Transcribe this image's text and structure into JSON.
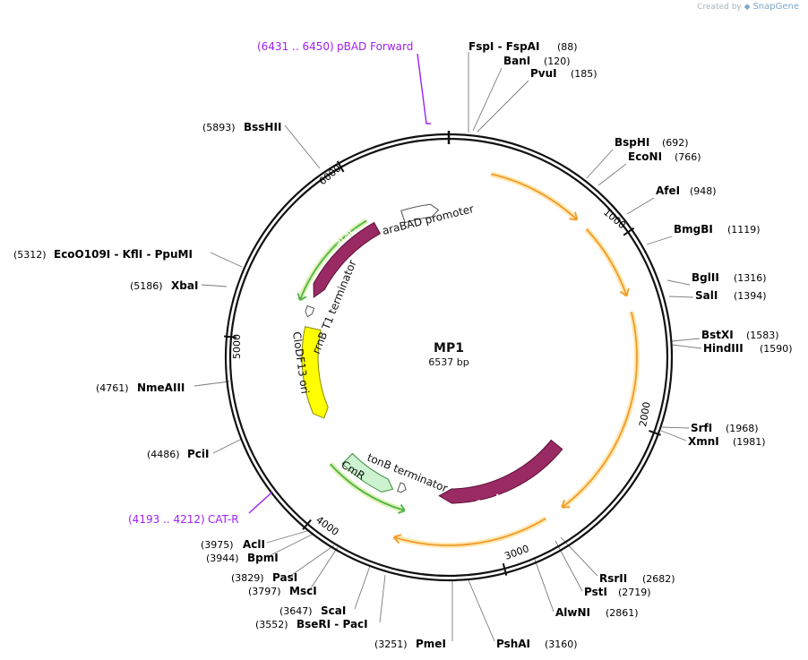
{
  "credit": {
    "created_by": "Created by",
    "brand": "SnapGene"
  },
  "plasmid": {
    "name": "MP1",
    "size": "6537 bp",
    "total": 6537
  },
  "colors": {
    "orange_feature": "#f09a2a",
    "orange_glow": "#ffe6a8",
    "green_feature": "#52b14a",
    "green_glow": "#d8f2a8",
    "recA": "#9a2a63",
    "araC": "#9a2a63",
    "cloDF13": "#ffff00",
    "cmR": "#ccf2cf",
    "primer": "#a020f0",
    "backbone": "#111111",
    "leader": "#7a7a7a"
  },
  "scale_ticks": [
    {
      "pos": 1000,
      "label": "1000"
    },
    {
      "pos": 2000,
      "label": "2000"
    },
    {
      "pos": 3000,
      "label": "3000"
    },
    {
      "pos": 4000,
      "label": "4000"
    },
    {
      "pos": 5000,
      "label": "5000"
    },
    {
      "pos": 6000,
      "label": "6000"
    }
  ],
  "enzymes": [
    {
      "name": "FspI - FspAI",
      "pos": "(88)"
    },
    {
      "name": "BanI",
      "pos": "(120)"
    },
    {
      "name": "PvuI",
      "pos": "(185)"
    },
    {
      "name": "BspHI",
      "pos": "(692)"
    },
    {
      "name": "EcoNI",
      "pos": "(766)"
    },
    {
      "name": "AfeI",
      "pos": "(948)"
    },
    {
      "name": "BmgBI",
      "pos": "(1119)"
    },
    {
      "name": "BglII",
      "pos": "(1316)"
    },
    {
      "name": "SalI",
      "pos": "(1394)"
    },
    {
      "name": "BstXI",
      "pos": "(1583)"
    },
    {
      "name": "HindIII",
      "pos": "(1590)"
    },
    {
      "name": "SrfI",
      "pos": "(1968)"
    },
    {
      "name": "XmnI",
      "pos": "(1981)"
    },
    {
      "name": "RsrII",
      "pos": "(2682)"
    },
    {
      "name": "PstI",
      "pos": "(2719)"
    },
    {
      "name": "AlwNI",
      "pos": "(2861)"
    },
    {
      "name": "PshAI",
      "pos": "(3160)"
    },
    {
      "name": "PmeI",
      "pos": "(3251)"
    },
    {
      "name": "BseRI - PacI",
      "pos": "(3552)"
    },
    {
      "name": "ScaI",
      "pos": "(3647)"
    },
    {
      "name": "MscI",
      "pos": "(3797)"
    },
    {
      "name": "PasI",
      "pos": "(3829)"
    },
    {
      "name": "BpmI",
      "pos": "(3944)"
    },
    {
      "name": "AclI",
      "pos": "(3975)"
    },
    {
      "name": "PciI",
      "pos": "(4486)"
    },
    {
      "name": "NmeAIII",
      "pos": "(4761)"
    },
    {
      "name": "XbaI",
      "pos": "(5186)"
    },
    {
      "name": "EcoO109I - KflI - PpuMI",
      "pos": "(5312)"
    },
    {
      "name": "BssHII",
      "pos": "(5893)"
    }
  ],
  "primers": [
    {
      "name": "pBAD Forward",
      "range": "(6431 .. 6450)"
    },
    {
      "name": "CAT-R",
      "range": "(4193 .. 4212)"
    }
  ],
  "features": [
    {
      "label": "araBAD promoter"
    },
    {
      "label": "araC"
    },
    {
      "label": "rrnB T1 terminator"
    },
    {
      "label": "CloDF13 ori"
    },
    {
      "label": "CmR"
    },
    {
      "label": "tonB terminator"
    },
    {
      "label": "RecA"
    }
  ]
}
